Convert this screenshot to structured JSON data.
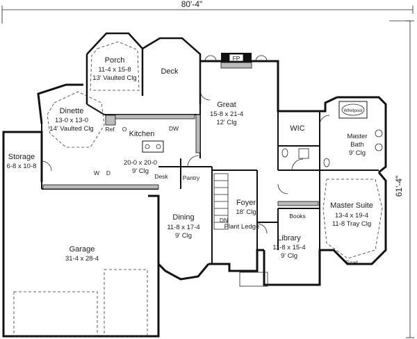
{
  "dimensions": {
    "width": "80'-4\"",
    "depth": "61'-4\""
  },
  "rooms": {
    "porch": {
      "name": "Porch",
      "size": "11-4 x 15-8",
      "note": "13' Vaulted Clg"
    },
    "deck": {
      "name": "Deck"
    },
    "dinette": {
      "name": "Dinette",
      "size": "13-0 x 13-0",
      "note": "14' Vaulted Clg"
    },
    "kitchen": {
      "name": "Kitchen",
      "size": "20-0 x 20-0",
      "note": "9' Clg"
    },
    "great": {
      "name": "Great",
      "size": "15-8 x 21-4",
      "note": "12' Clg"
    },
    "storage": {
      "name": "Storage",
      "size": "6-8 x 10-8"
    },
    "garage": {
      "name": "Garage",
      "size": "31-4 x 28-4"
    },
    "dining": {
      "name": "Dining",
      "size": "11-8 x 17-4",
      "note": "9' Clg"
    },
    "foyer": {
      "name": "Foyer",
      "note": "18' Clg"
    },
    "library": {
      "name": "Library",
      "size": "11-8 x 15-4",
      "note": "9' Clg"
    },
    "master_suite": {
      "name": "Master Suite",
      "size": "13-4 x 19-4",
      "note": "11-8 Tray Clg"
    },
    "master_bath": {
      "name": "Master",
      "name2": "Bath",
      "note": "9' Clg"
    },
    "wic": {
      "name": "WIC"
    },
    "pantry": {
      "name": "Pantry"
    }
  },
  "labels": {
    "fp": "FP",
    "ref": "Ref",
    "o": "O",
    "dw": "DW",
    "w": "W",
    "d": "D",
    "desk": "Desk",
    "dn": "DN",
    "plant_ledge": "Plant Ledge",
    "books": "Books",
    "seat": "Seat",
    "whirlpool": "Whirlpool"
  }
}
